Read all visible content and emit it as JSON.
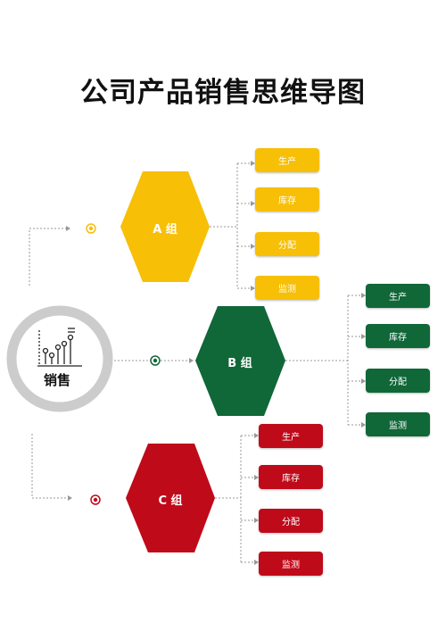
{
  "title": "公司产品销售思维导图",
  "center": {
    "label": "销售",
    "icon": "chart-icon"
  },
  "colors": {
    "a": "#F7BF06",
    "b": "#106738",
    "c": "#BF0A1A",
    "ring": "#CCCCCC",
    "connector": "#999999"
  },
  "groups": [
    {
      "id": "a",
      "label": "A 组",
      "items": [
        "生产",
        "库存",
        "分配",
        "监测"
      ]
    },
    {
      "id": "b",
      "label": "B 组",
      "items": [
        "生产",
        "库存",
        "分配",
        "监测"
      ]
    },
    {
      "id": "c",
      "label": "C 组",
      "items": [
        "生产",
        "库存",
        "分配",
        "监测"
      ]
    }
  ]
}
